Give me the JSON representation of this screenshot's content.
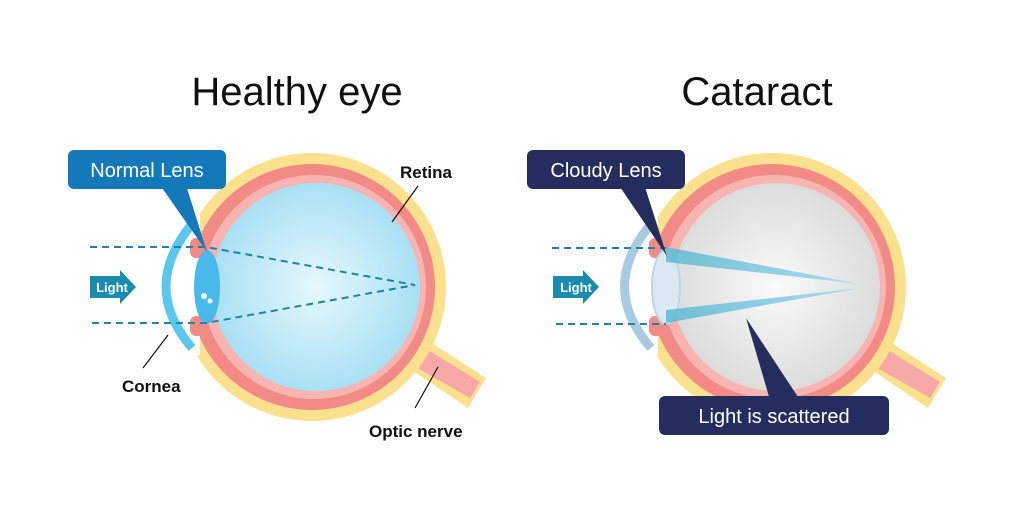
{
  "healthy": {
    "title": "Healthy eye",
    "callout": "Normal Lens",
    "light": "Light",
    "labels": {
      "retina": "Retina",
      "cornea": "Cornea",
      "optic_nerve": "Optic nerve"
    }
  },
  "cataract": {
    "title": "Cataract",
    "callout": "Cloudy Lens",
    "light": "Light",
    "scatter": "Light is scattered"
  },
  "colors": {
    "healthy_callout": "#1479b8",
    "cataract_callout": "#252d5e",
    "sclera": "#fbe08e",
    "choroid": "#f28a86",
    "retina": "#f7b4b0",
    "vitreous_healthy": "#bfeaf8",
    "vitreous_cataract": "#eeeeee",
    "light_arrow": "#1a8cb0"
  }
}
